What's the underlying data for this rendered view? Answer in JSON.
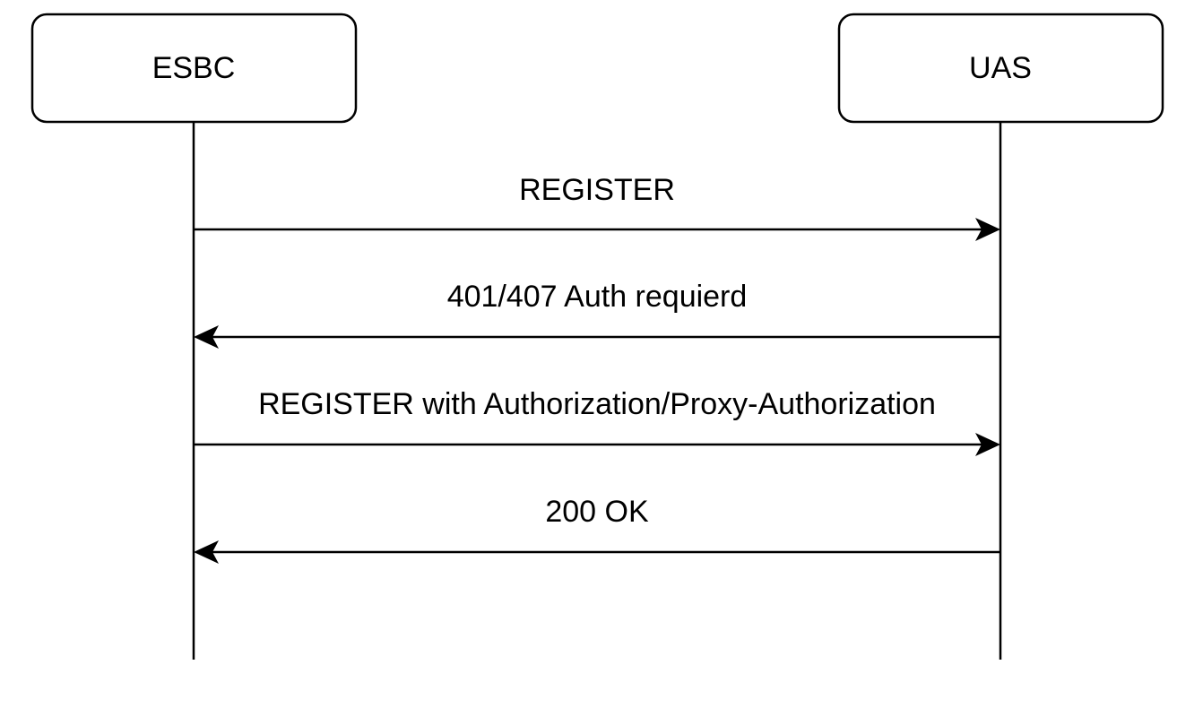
{
  "participants": [
    {
      "id": "esbc",
      "label": "ESBC"
    },
    {
      "id": "uas",
      "label": "UAS"
    }
  ],
  "messages": [
    {
      "label": "REGISTER",
      "from": "esbc",
      "to": "uas"
    },
    {
      "label": "401/407 Auth requierd",
      "from": "uas",
      "to": "esbc"
    },
    {
      "label": "REGISTER with Authorization/Proxy-Authorization",
      "from": "esbc",
      "to": "uas"
    },
    {
      "label": "200 OK",
      "from": "uas",
      "to": "esbc"
    }
  ]
}
